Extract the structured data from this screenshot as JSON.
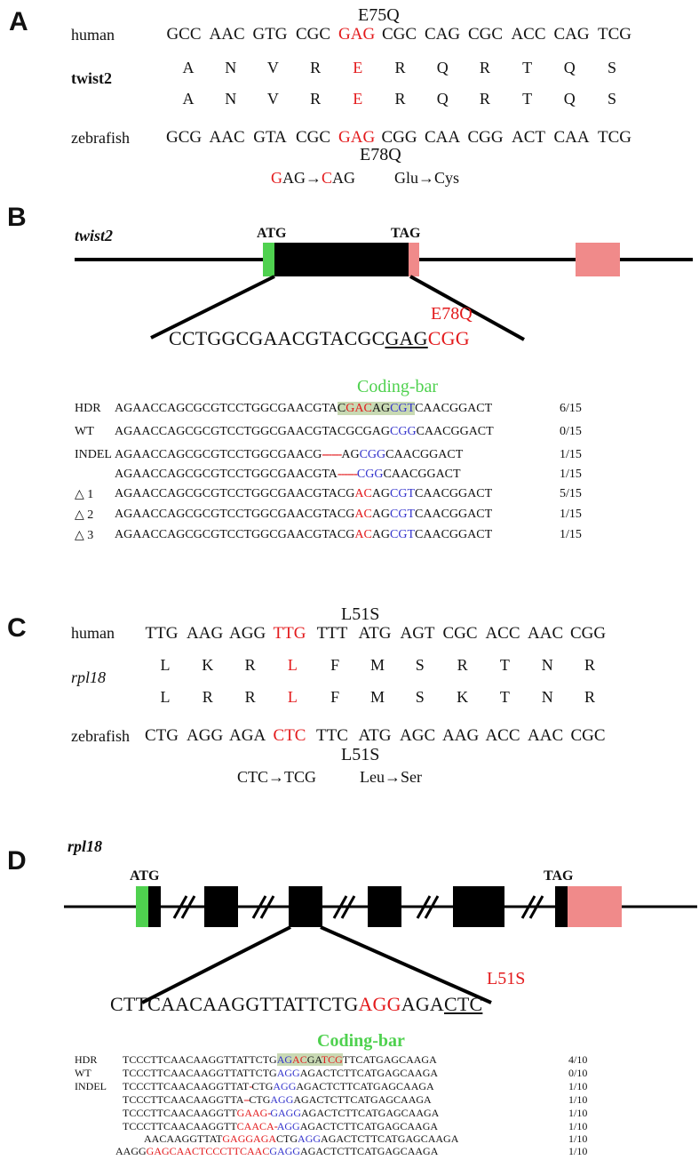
{
  "panelA": {
    "label": "A",
    "mutation_top": "E75Q",
    "species_human": "human",
    "gene": "twist2",
    "species_zebrafish": "zebrafish",
    "human_codons": [
      "GCC",
      "AAC",
      "GTG",
      "CGC",
      "GAG",
      "CGC",
      "CAG",
      "CGC",
      "ACC",
      "CAG",
      "TCG"
    ],
    "human_aa": [
      "A",
      "N",
      "V",
      "R",
      "E",
      "R",
      "Q",
      "R",
      "T",
      "Q",
      "S"
    ],
    "zebrafish_aa": [
      "A",
      "N",
      "V",
      "R",
      "E",
      "R",
      "Q",
      "R",
      "T",
      "Q",
      "S"
    ],
    "zebrafish_codons": [
      "GCG",
      "AAC",
      "GTA",
      "CGC",
      "GAG",
      "CGG",
      "CAA",
      "CGG",
      "ACT",
      "CAA",
      "TCG"
    ],
    "mutation_bottom": "E78Q",
    "change_first": "G",
    "change_mid": "AG→",
    "change_second": "C",
    "change_end": "AG",
    "aa_change": "Glu→Cys"
  },
  "panelB": {
    "label": "B",
    "gene": "twist2",
    "start": "ATG",
    "stop": "TAG",
    "mutation": "E78Q",
    "seq_pre": "CCTGGCGAACGTACGC",
    "seq_codon": "GAG",
    "seq_pam": "CGG",
    "coding_bar": "Coding-bar",
    "rows": [
      {
        "label": "HDR",
        "frac": "6/15"
      },
      {
        "label": "WT",
        "frac": "0/15"
      },
      {
        "label": "INDEL",
        "frac": "1/15"
      },
      {
        "label": "",
        "frac": "1/15"
      },
      {
        "label": "△ 1",
        "frac": "5/15"
      },
      {
        "label": "△ 2",
        "frac": "1/15"
      },
      {
        "label": "△ 3",
        "frac": "1/15"
      }
    ],
    "seq": {
      "hdr": [
        "AGAACCAGCGCGTCCTGGCGAACGTA",
        "C",
        "G",
        "AC",
        "AG",
        "CGT",
        "CAACGGACT"
      ],
      "wt": [
        "AGAACCAGCGCGTCCTGGCGAACGTACGCGAG",
        "CGG",
        "CAACGGACT"
      ],
      "indel1": [
        "AGAACCAGCGCGTCCTGGCGAACG",
        "------",
        "AG",
        "CGG",
        "CAACGGACT"
      ],
      "indel2": [
        "AGAACCAGCGCGTCCTGGCGAACGTA",
        "------",
        "CGG",
        "CAACGGACT"
      ],
      "d": [
        "AGAACCAGCGCGTCCTGGCGAACGTACG",
        "AC",
        "AG",
        "CGT",
        "CAACGGACT"
      ]
    }
  },
  "panelC": {
    "label": "C",
    "mutation_top": "L51S",
    "species_human": "human",
    "gene": "rpl18",
    "species_zebrafish": "zebrafish",
    "human_codons": [
      "TTG",
      "AAG",
      "AGG",
      "TTG",
      "TTT",
      "ATG",
      "AGT",
      "CGC",
      "ACC",
      "AAC",
      "CGG"
    ],
    "human_aa": [
      "L",
      "K",
      "R",
      "L",
      "F",
      "M",
      "S",
      "R",
      "T",
      "N",
      "R"
    ],
    "zebrafish_aa": [
      "L",
      "R",
      "R",
      "L",
      "F",
      "M",
      "S",
      "K",
      "T",
      "N",
      "R"
    ],
    "zebrafish_codons": [
      "CTG",
      "AGG",
      "AGA",
      "CTC",
      "TTC",
      "ATG",
      "AGC",
      "AAG",
      "ACC",
      "AAC",
      "CGC"
    ],
    "mutation_bottom": "L51S",
    "codon_change": "CTC→TCG",
    "aa_change": "Leu→Ser"
  },
  "panelD": {
    "label": "D",
    "gene": "rpl18",
    "start": "ATG",
    "stop": "TAG",
    "mutation": "L51S",
    "seq_pre": "CTTCAACAAGGTTATTCTG",
    "seq_pam": "AGG",
    "seq_mid": "AGA",
    "seq_codon": "CTC",
    "coding_bar": "Coding-bar",
    "rows": [
      {
        "label": "HDR",
        "frac": "4/10"
      },
      {
        "label": "WT",
        "frac": "0/10"
      },
      {
        "label": "INDEL",
        "frac": "1/10"
      },
      {
        "label": "",
        "frac": "1/10"
      },
      {
        "label": "",
        "frac": "1/10"
      },
      {
        "label": "",
        "frac": "1/10"
      },
      {
        "label": "",
        "frac": "1/10"
      },
      {
        "label": "",
        "frac": "1/10"
      }
    ],
    "seq": {
      "hdr": [
        "TCCCTTCAACAAGGTTATTCTG",
        "AG",
        "AC",
        "GA",
        "TCG",
        "TTCATGAGCAAGA"
      ],
      "wt": [
        "TCCCTTCAACAAGGTTATTCTG",
        "AGG",
        "AGACTCTTCATGAGCAAGA"
      ],
      "r3": [
        "TCCCTTCAACAAGGTTAT",
        "-",
        "CTG",
        "AGG",
        "AGACTCTTCATGAGCAAGA"
      ],
      "r4": [
        "TCCCTTCAACAAGGTTA",
        "--",
        "CTG",
        "AGG",
        "AGACTCTTCATGAGCAAGA"
      ],
      "r5": [
        "TCCCTTCAACAAGGTT",
        "GAAG",
        "-",
        "GAGG",
        "AGACTCTTCATGAGCAAGA"
      ],
      "r6": [
        "TCCCTTCAACAAGGTT",
        "CAACA",
        "-",
        "AGG",
        "AGACTCTTCATGAGCAAGA"
      ],
      "r7": [
        "AACAAGGTTAT",
        "GAGGAGA",
        "CTG",
        "AGG",
        "AGACTCTTCATGAGCAAGA"
      ],
      "r8": [
        "AAGG",
        "GAGCAACTCCCTTCAAC",
        "GAGG",
        "AGACTCTTCATGAGCAAGA"
      ]
    }
  },
  "colors": {
    "red": "#e31a1c",
    "blue": "#3333cc",
    "green": "#4fd14f",
    "exon_pink": "#f08a8a",
    "highlight": "#c8d9b3"
  }
}
